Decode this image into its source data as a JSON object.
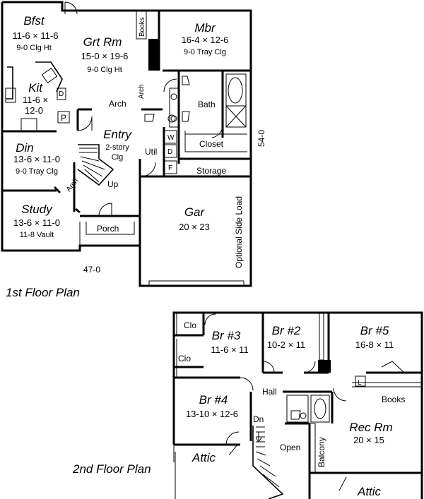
{
  "first_floor": {
    "title": "1st Floor Plan",
    "width_dim": "47-0",
    "depth_dim": "54-0",
    "rooms": {
      "bfst": {
        "name": "Bfst",
        "size": "11-6 × 11-6",
        "ceiling": "9-0 Clg Ht"
      },
      "grt_rm": {
        "name": "Grt Rm",
        "size": "15-0 × 19-6",
        "ceiling": "9-0 Clg Ht"
      },
      "mbr": {
        "name": "Mbr",
        "size": "16-4 × 12-6",
        "ceiling": "9-0 Tray Clg"
      },
      "kit": {
        "name": "Kit",
        "size_a": "11-6 ×",
        "size_b": "12-0"
      },
      "din": {
        "name": "Din",
        "size": "13-6 × 11-0",
        "ceiling": "9-0 Tray Clg"
      },
      "entry": {
        "name": "Entry",
        "ceiling_a": "2-story",
        "ceiling_b": "Clg"
      },
      "study": {
        "name": "Study",
        "size": "13-6 × 11-0",
        "ceiling": "11-8 Vault"
      },
      "gar": {
        "name": "Gar",
        "size": "20 × 23"
      }
    },
    "labels": {
      "books": "Books",
      "arch_grt": "Arch",
      "arch_kit": "Arch",
      "arch_din": "Arch",
      "bath": "Bath",
      "closet": "Closet",
      "util": "Util",
      "storage": "Storage",
      "washer": "W",
      "dryer": "D",
      "freezer": "F",
      "dishwasher": "D",
      "pantry": "P",
      "up": "Up",
      "porch": "Porch",
      "side_load": "Optional Side Load"
    }
  },
  "second_floor": {
    "title": "2nd Floor Plan",
    "rooms": {
      "br3": {
        "name": "Br #3",
        "size": "11-6 × 11"
      },
      "br2": {
        "name": "Br #2",
        "size": "10-2 × 11"
      },
      "br5": {
        "name": "Br #5",
        "size": "16-8 × 11"
      },
      "br4": {
        "name": "Br #4",
        "size": "13-10 × 12-6"
      },
      "rec_rm": {
        "name": "Rec Rm",
        "size": "20 × 15"
      }
    },
    "labels": {
      "clo_top": "Clo",
      "clo_mid": "Clo",
      "hall": "Hall",
      "books": "Books",
      "dn": "Dn",
      "open": "Open",
      "balcony": "Balcony",
      "attic_left": "Attic",
      "attic_right": "Attic",
      "linen": "L"
    }
  }
}
